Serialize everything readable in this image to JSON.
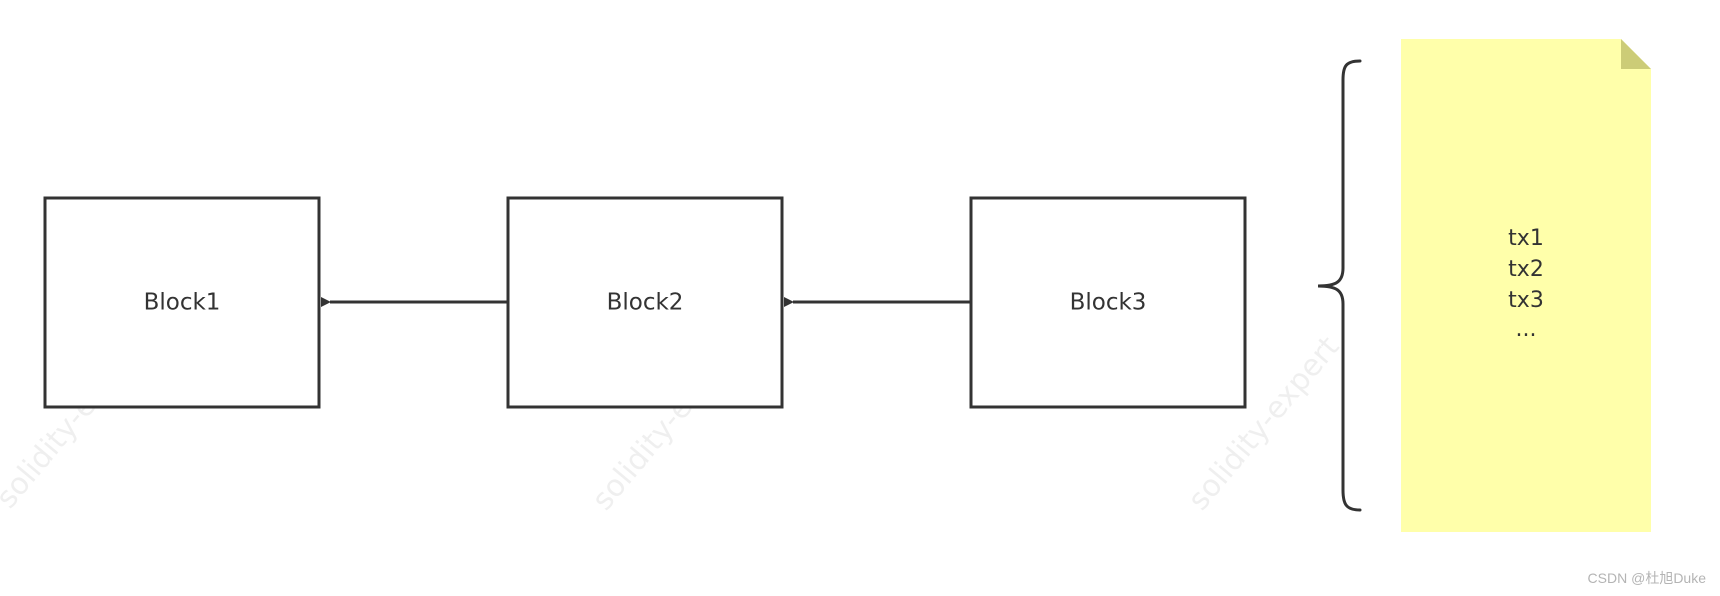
{
  "blocks": [
    {
      "label": "Block1"
    },
    {
      "label": "Block2"
    },
    {
      "label": "Block3"
    }
  ],
  "transactions": {
    "items": [
      "tx1",
      "tx2",
      "tx3",
      "..."
    ]
  },
  "watermark": {
    "text": "solidity-expert"
  },
  "credit": {
    "text": "CSDN @杜旭Duke"
  },
  "colors": {
    "stroke": "#333333",
    "note_fill": "#ffffaa",
    "note_fold": "#cccc77",
    "background": "#ffffff"
  }
}
